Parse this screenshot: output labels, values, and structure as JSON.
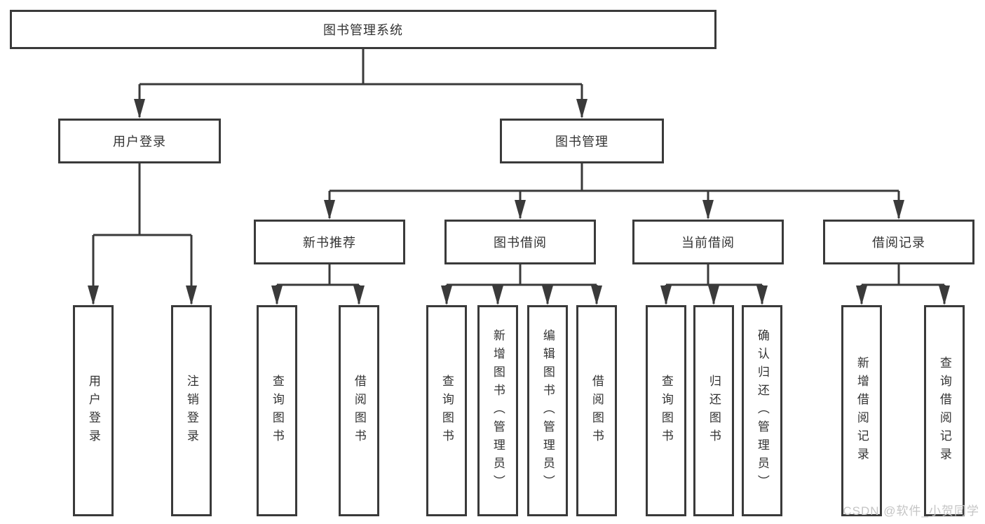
{
  "diagram_title": "图书管理系统",
  "tree": {
    "root": {
      "label": "图书管理系统"
    },
    "level2": [
      {
        "label": "用户登录"
      },
      {
        "label": "图书管理"
      }
    ],
    "level3": [
      {
        "label": "新书推荐"
      },
      {
        "label": "图书借阅"
      },
      {
        "label": "当前借阅"
      },
      {
        "label": "借阅记录"
      }
    ],
    "leaves": {
      "user_login": [
        "用户登录",
        "注销登录"
      ],
      "new_books": [
        "查询图书",
        "借阅图书"
      ],
      "book_borrow": [
        "查询图书",
        "新增图书（管理员）",
        "编辑图书（管理员）",
        "借阅图书"
      ],
      "current_borrow": [
        "查询图书",
        "归还图书",
        "确认归还（管理员）"
      ],
      "borrow_records": [
        "新增借阅记录",
        "查询借阅记录"
      ]
    }
  },
  "watermark": "CSDN @软件_小贺同学",
  "colors": {
    "line": "#3a3a3a",
    "box_border": "#3a3a3a",
    "text": "#333333",
    "background": "#ffffff",
    "watermark": "#c5c5c5"
  }
}
